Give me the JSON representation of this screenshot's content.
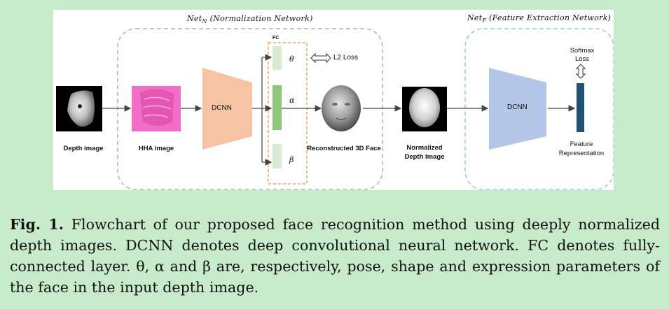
{
  "diagram": {
    "net_n": {
      "name": "Net",
      "sub": "N",
      "desc": "(Normalization Network)"
    },
    "net_f": {
      "name": "Net",
      "sub": "F",
      "desc": "(Feature Extraction Network)"
    },
    "fc_label": "FC",
    "depth_image_label": "Depth image",
    "hha_image_label": "HHA image",
    "dcnn_n_label": "DCNN",
    "theta": "θ",
    "alpha": "α",
    "beta": "β",
    "l2_loss": "L2 Loss",
    "recon_label": "Reconstructed 3D Face",
    "normalized_line1": "Normalized",
    "normalized_line2": "Depth Image",
    "dcnn_f_label": "DCNN",
    "softmax_line1": "Softmax",
    "softmax_line2": "Loss",
    "feature_line1": "Feature",
    "feature_line2": "Representation"
  },
  "caption": {
    "prefix": "Fig. 1.",
    "text": "Flowchart of our proposed face recognition method using deeply normalized depth images. DCNN denotes deep convolutional neural network. FC denotes fully-connected layer. θ, α and β are, respectively, pose, shape and expression parameters of the face in the input depth image."
  },
  "colors": {
    "background": "#c8eccb",
    "dcnn_n": "#f6c4a2",
    "dcnn_f": "#b4c6e7",
    "hha": "#f06ec8",
    "fc_light": "#d8ead0",
    "fc_dark": "#8dc77a",
    "fc_border": "#f08a3c",
    "feature_bar": "#1f4e79"
  }
}
